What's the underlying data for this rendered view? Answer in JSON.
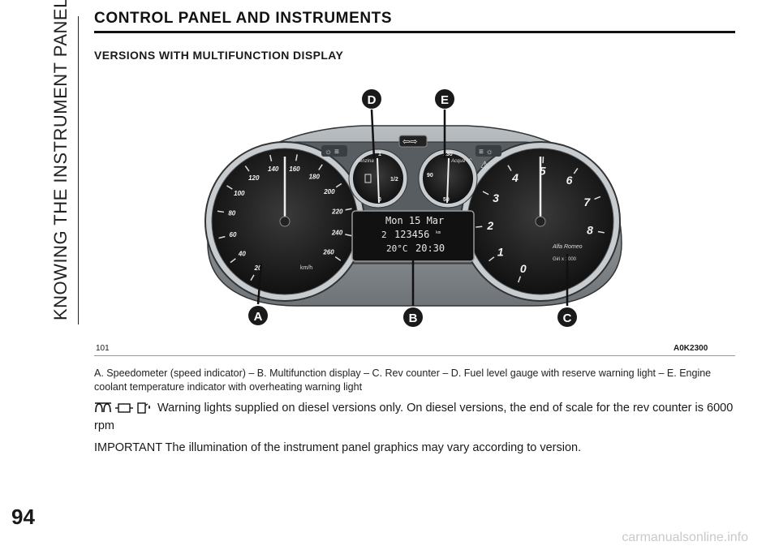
{
  "page": {
    "side_title": "KNOWING THE INSTRUMENT PANEL",
    "number": "94",
    "watermark": "carmanualsonline.info"
  },
  "heading": "CONTROL PANEL AND INSTRUMENTS",
  "subheading": "VERSIONS WITH MULTIFUNCTION DISPLAY",
  "figure": {
    "number": "101",
    "code": "A0K2300",
    "callouts": [
      "A",
      "B",
      "C",
      "D",
      "E"
    ],
    "speedometer": {
      "ticks": [
        "20",
        "40",
        "60",
        "80",
        "100",
        "120",
        "140",
        "160",
        "180",
        "200",
        "220",
        "240",
        "260"
      ],
      "unit": "km/h"
    },
    "rev_counter": {
      "ticks": [
        "0",
        "1",
        "2",
        "3",
        "4",
        "5",
        "6",
        "7",
        "8"
      ],
      "unit": "Giri x 1000",
      "brand": "Alfa Romeo"
    },
    "fuel_gauge": {
      "label": "Benzina",
      "marks": [
        "1",
        "1/2",
        "0"
      ]
    },
    "coolant_gauge": {
      "label": "Acqua °C",
      "marks": [
        "130",
        "90",
        "50"
      ]
    },
    "display": {
      "line1": "Mon 15 Mar",
      "odometer_prefix": "2",
      "odometer": "123456",
      "odometer_unit": "km",
      "temperature": "20°C",
      "time": "20:30"
    }
  },
  "caption": "A. Speedometer (speed indicator) – B. Multifunction display – C. Rev counter – D. Fuel level gauge with reserve warning light – E. Engine coolant temperature indicator with overheating warning light",
  "warning_text": "Warning lights supplied on diesel versions only. On diesel versions, the end of scale for the rev counter is 6000 rpm",
  "warning_icons": [
    "glow-plug-icon",
    "diesel-filter-icon",
    "water-in-fuel-icon"
  ],
  "important_text": "IMPORTANT The illumination of the instrument panel graphics may vary according to version.",
  "colors": {
    "callout": "#1a1a1a",
    "dial_face": "#1c1c1c",
    "bezel": "#9aa0a4"
  }
}
